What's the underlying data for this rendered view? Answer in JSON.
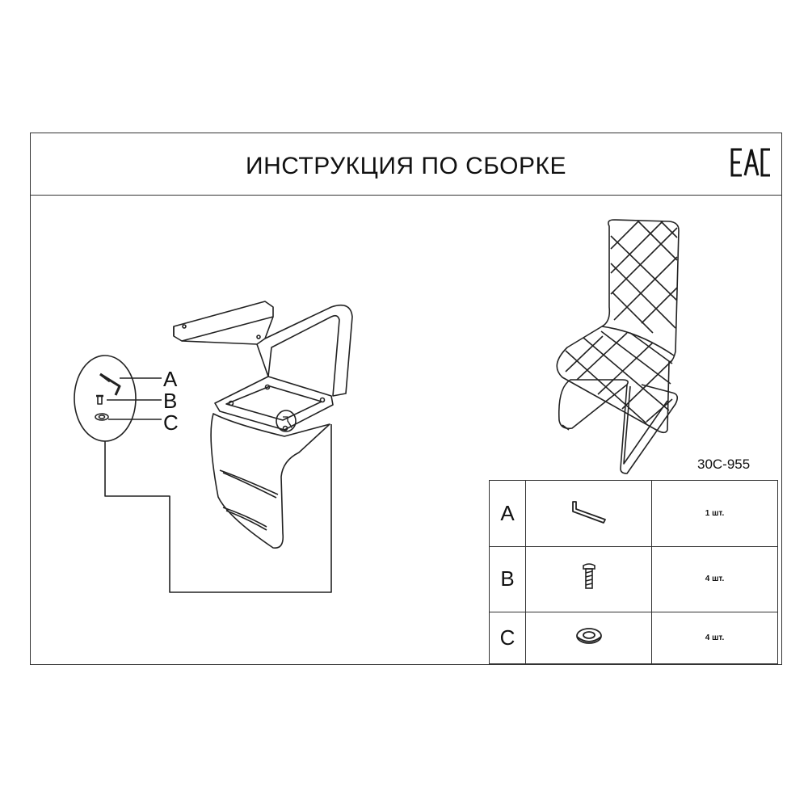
{
  "header": {
    "title": "ИНСТРУКЦИЯ ПО СБОРКЕ",
    "mark_icon": "eac-mark-icon"
  },
  "model": "30C-955",
  "callouts": [
    "A",
    "B",
    "C"
  ],
  "parts": [
    {
      "letter": "A",
      "icon": "hex-key-icon",
      "qty": "1 шт."
    },
    {
      "letter": "B",
      "icon": "bolt-icon",
      "qty": "4 шт."
    },
    {
      "letter": "C",
      "icon": "washer-icon",
      "qty": "4 шт."
    }
  ]
}
